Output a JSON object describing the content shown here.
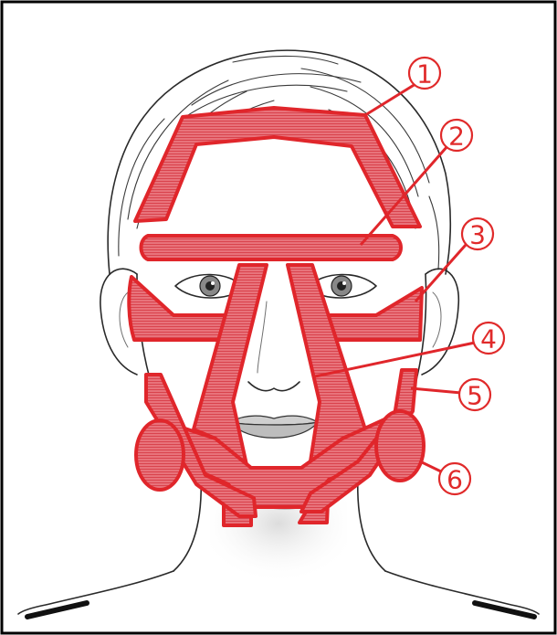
{
  "colors": {
    "zone_fill": "#e5606a",
    "zone_stroke": "#e0262b",
    "label": "#e02a2a",
    "sketch": "#2a2a2a",
    "frame": "#000000"
  },
  "labels": [
    {
      "id": "zone-1",
      "text": "1"
    },
    {
      "id": "zone-2",
      "text": "2"
    },
    {
      "id": "zone-3",
      "text": "3"
    },
    {
      "id": "zone-4",
      "text": "4"
    },
    {
      "id": "zone-5",
      "text": "5"
    },
    {
      "id": "zone-6",
      "text": "6"
    }
  ]
}
